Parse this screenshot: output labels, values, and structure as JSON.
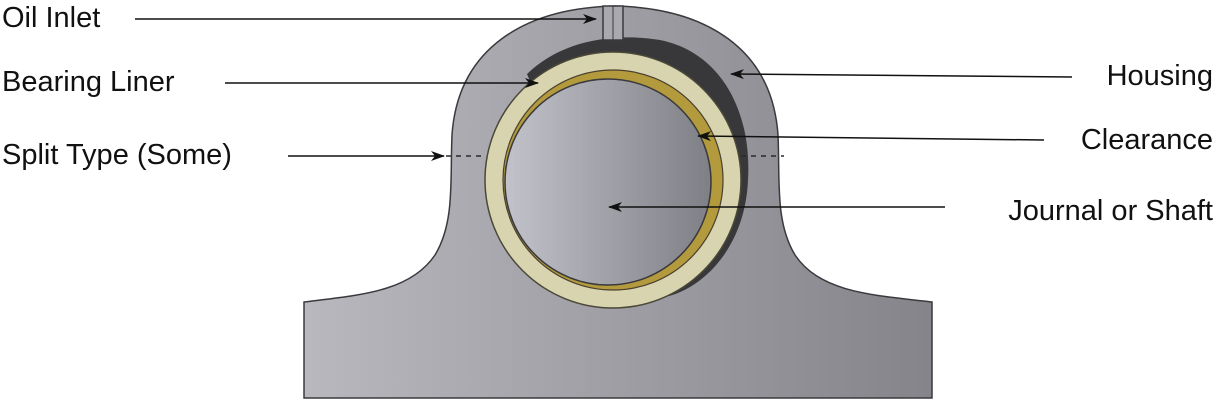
{
  "labels": {
    "oil_inlet": "Oil Inlet",
    "bearing_liner": "Bearing Liner",
    "split_type": "Split Type (Some)",
    "housing": "Housing",
    "clearance": "Clearance",
    "journal": "Journal or Shaft"
  },
  "colors": {
    "housing_light": "#b5b5bb",
    "housing_dark": "#86868c",
    "housing_outline": "#3a3a3d",
    "clearance_shadow": "#3b3b3e",
    "liner_outer": "#d8d4b2",
    "liner_inner": "#b39a3d",
    "journal_light": "#bdbdc5",
    "journal_dark": "#85858c",
    "leader": "#111111"
  }
}
